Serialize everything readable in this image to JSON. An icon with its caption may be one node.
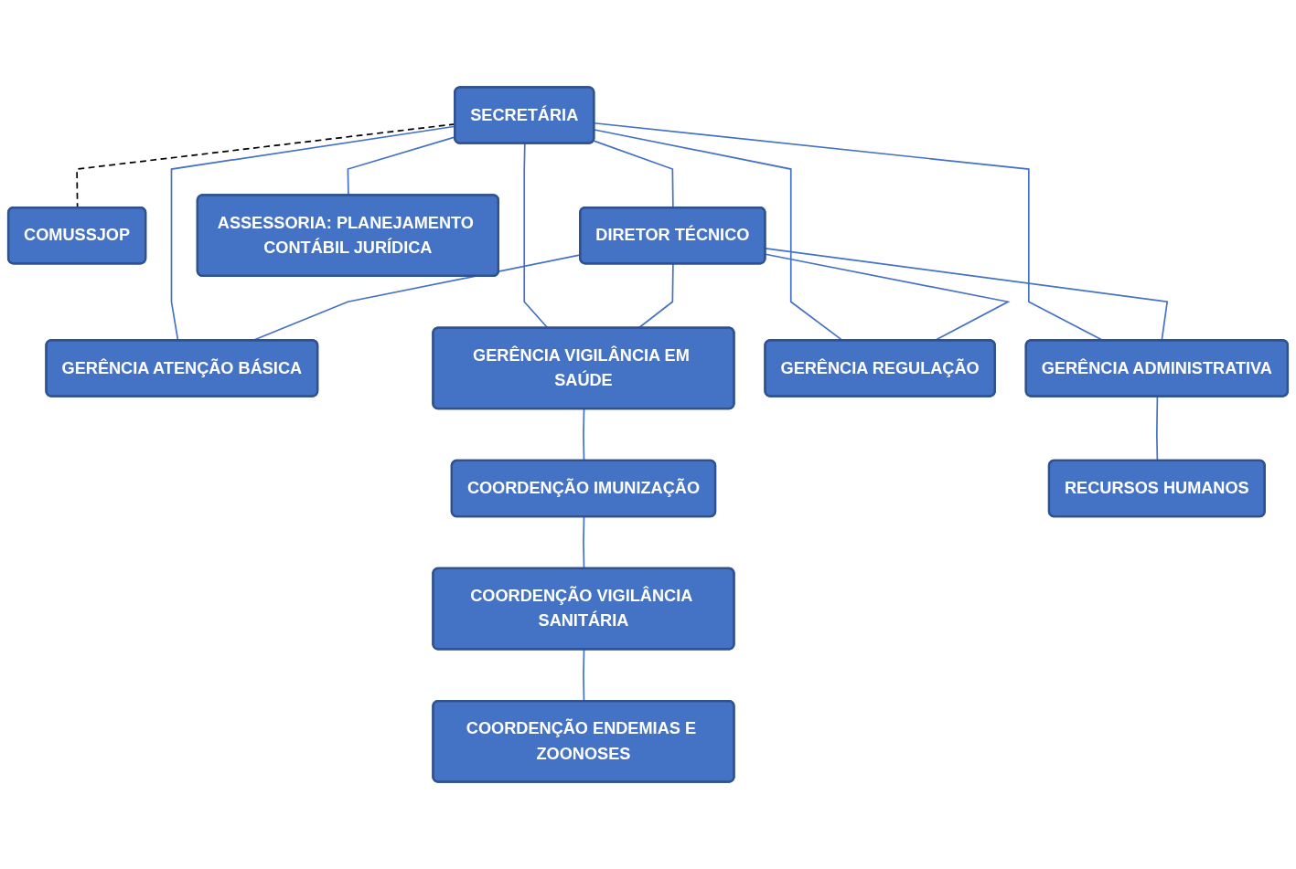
{
  "diagram": {
    "nodes": [
      {
        "text": [
          "SECRETÁRIA"
        ]
      },
      {
        "text": [
          "COMUSSJOP"
        ]
      },
      {
        "text": [
          "DIRETOR TÉCNICO"
        ]
      },
      {
        "text": [
          "ASSESSORIA: PLANEJAMENTO CONTÁBIL JURÍDICA"
        ]
      },
      {
        "text": [
          "GERÊNCIA ATENÇÃO BÁSICA"
        ]
      },
      {
        "text": [
          "GERÊNCIA VIGILÂNCIA EM SAÚDE"
        ]
      },
      {
        "text": [
          "GERÊNCIA REGULAÇÃO"
        ]
      },
      {
        "text": [
          "GERÊNCIA ADMINISTRATIVA"
        ]
      },
      {
        "text": [
          "COORDENÇÃO IMUNIZAÇÃO"
        ]
      },
      {
        "text": [
          "COORDENÇÃO VIGILÂNCIA SANITÁRIA"
        ]
      },
      {
        "text": [
          "COORDENÇÃO ENDEMIAS E ZOONOSES"
        ]
      },
      {
        "text": [
          "RECURSOS HUMANOS"
        ]
      }
    ],
    "edges": [
      {
        "from": 0,
        "to": 1,
        "arrow": "none",
        "style": "dashed",
        "color": "#000000"
      },
      {
        "from": 0,
        "to": 2,
        "arrow": "none"
      },
      {
        "from": 0,
        "to": 3,
        "arrow": "none"
      },
      {
        "from": 0,
        "to": 4,
        "arrow": "none"
      },
      {
        "from": 0,
        "to": 5,
        "arrow": "none"
      },
      {
        "from": 0,
        "to": 6,
        "arrow": "none"
      },
      {
        "from": 0,
        "to": 7,
        "arrow": "none"
      },
      {
        "from": 2,
        "to": 4,
        "arrow": "none"
      },
      {
        "from": 2,
        "to": 5,
        "arrow": "none"
      },
      {
        "from": 2,
        "to": 6,
        "arrow": "none"
      },
      {
        "from": 2,
        "to": 7,
        "arrow": "none"
      },
      {
        "from": 5,
        "to": 8,
        "arrow": "none"
      },
      {
        "from": 8,
        "to": 9,
        "arrow": "none"
      },
      {
        "from": 9,
        "to": 10,
        "arrow": "none"
      },
      {
        "from": 7,
        "to": 11,
        "arrow": "none"
      }
    ]
  }
}
